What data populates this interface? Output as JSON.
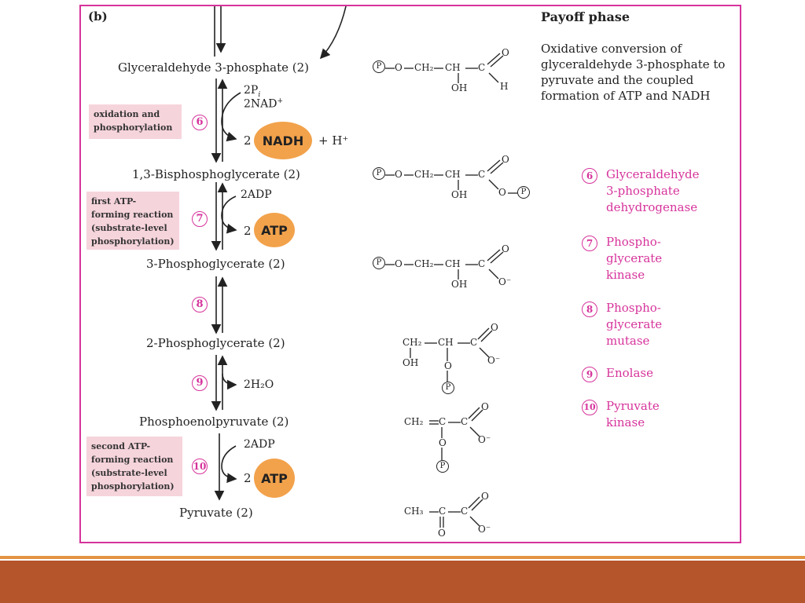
{
  "panel": {
    "label": "(b)",
    "phase_title": "Payoff phase",
    "phase_desc": [
      "Oxidative conversion of",
      "glyceraldehyde 3-phosphate to",
      "pyruvate and the coupled",
      "formation of ATP and NADH"
    ]
  },
  "metabolites": [
    "Glyceraldehyde 3-phosphate (2)",
    "1,3-Bisphosphoglycerate (2)",
    "3-Phosphoglycerate (2)",
    "2-Phosphoglycerate (2)",
    "Phosphoenolpyruvate (2)",
    "Pyruvate (2)"
  ],
  "steps": [
    {
      "num": "6",
      "note": "oxidation and\nphosphorylation",
      "inputs": [
        "2P",
        "2NAD"
      ],
      "product_coef": "2",
      "product": "NADH",
      "extra": "+ H⁺"
    },
    {
      "num": "7",
      "note": "first ATP-\nforming reaction\n(substrate-level\nphosphorylation)",
      "input": "2ADP",
      "product_coef": "2",
      "product": "ATP"
    },
    {
      "num": "8"
    },
    {
      "num": "9",
      "output": "2H₂O"
    },
    {
      "num": "10",
      "note": "second ATP-\nforming reaction\n(substrate-level\nphosphorylation)",
      "input": "2ADP",
      "product_coef": "2",
      "product": "ATP"
    }
  ],
  "enzymes": [
    {
      "num": "6",
      "name": "Glyceraldehyde\n3-phosphate\ndehydrogenase"
    },
    {
      "num": "7",
      "name": "Phospho-\nglycerate\nkinase"
    },
    {
      "num": "8",
      "name": "Phospho-\nglycerate\nmutase"
    },
    {
      "num": "9",
      "name": "Enolase"
    },
    {
      "num": "10",
      "name": "Pyruvate\nkinase"
    }
  ],
  "structures": {
    "p_label": "P",
    "oh": "OH",
    "h": "H",
    "o": "O",
    "o_minus": "O⁻",
    "ch2": "CH₂",
    "ch": "CH",
    "c": "C",
    "ch3": "CH₃",
    "o_dash": "O—"
  },
  "colors": {
    "accent": "#d6339b",
    "energy": "#f2a24b",
    "note_bg": "#f6d4dc",
    "bar": "#b5552b"
  }
}
